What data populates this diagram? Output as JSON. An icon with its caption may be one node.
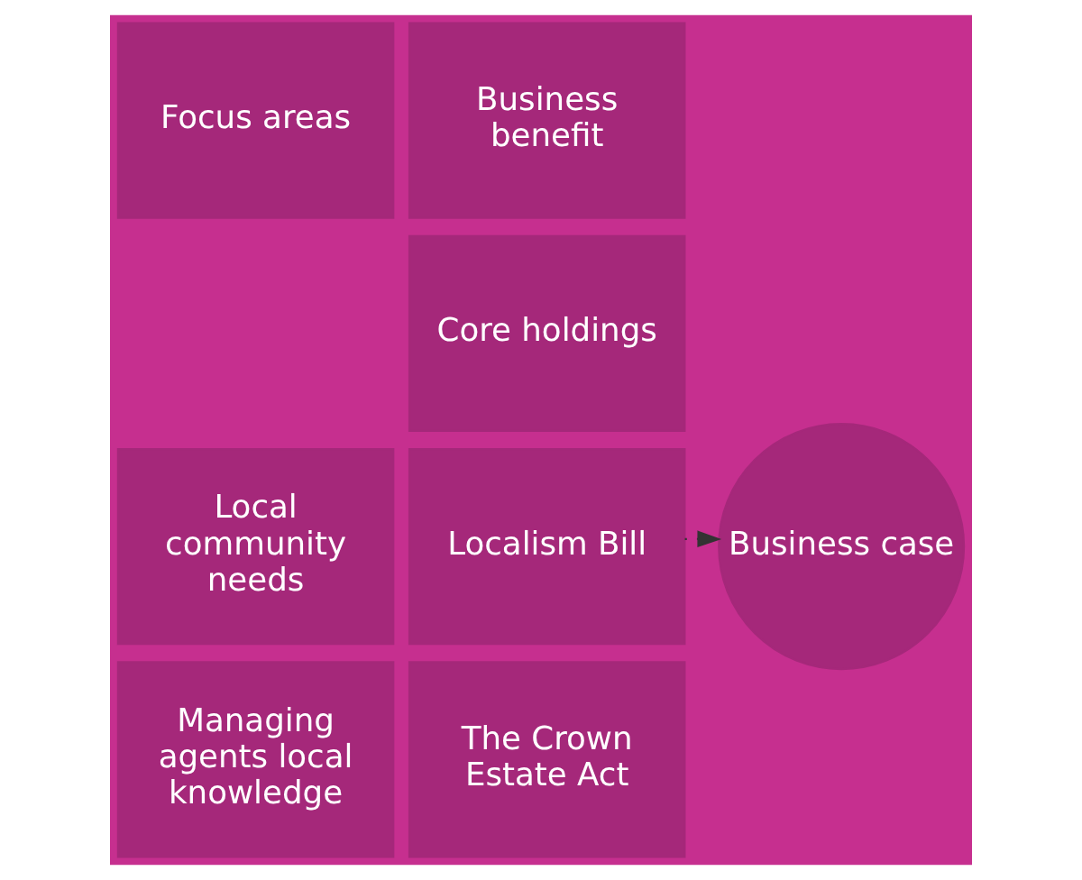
{
  "diagram": {
    "nodes": [
      {
        "text": [
          "Focus areas"
        ]
      },
      {
        "text": [
          "Local community needs"
        ]
      },
      {
        "text": [
          "Managing agents local knowledge"
        ]
      },
      {
        "text": [
          "Core holdings"
        ]
      },
      {
        "text": [
          "Business benefit"
        ]
      },
      {
        "text": [
          "Localism Bill"
        ]
      },
      {
        "text": [
          "The Crown Estate Act"
        ]
      },
      {
        "text": [
          "Business case"
        ]
      }
    ],
    "edges": [
      {
        "from": 5,
        "to": 7,
        "arrow": "to",
        "style": "dashed"
      }
    ]
  }
}
